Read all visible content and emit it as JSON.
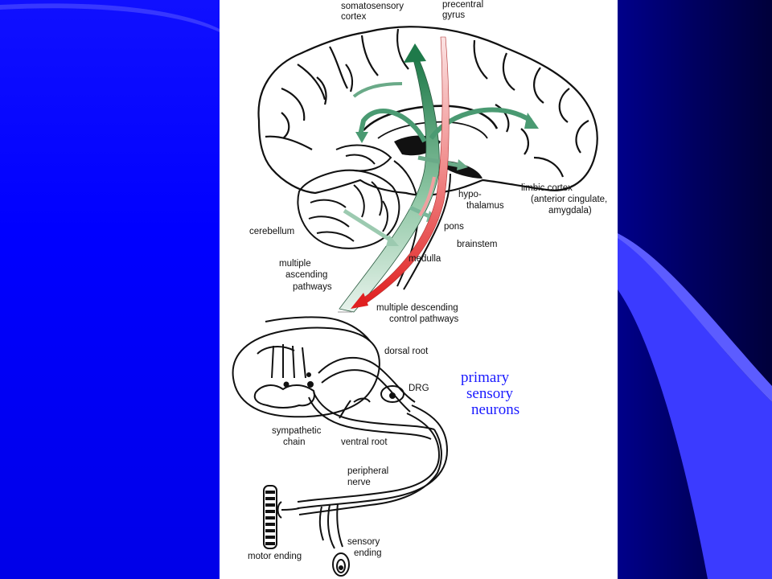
{
  "labels": {
    "somatosensory_1": "somatosensory",
    "somatosensory_2": "cortex",
    "precentral_1": "precentral",
    "precentral_2": "gyrus",
    "limbic_1": "limbic cortex",
    "limbic_2": "(anterior cingulate,",
    "limbic_3": "amygdala)",
    "hypo_1": "hypo-",
    "hypo_2": "thalamus",
    "pons": "pons",
    "brainstem": "brainstem",
    "cerebellum": "cerebellum",
    "medulla": "medulla",
    "ascending_1": "multiple",
    "ascending_2": "ascending",
    "ascending_3": "pathways",
    "descending_1": "multiple descending",
    "descending_2": "control pathways",
    "dorsal_root": "dorsal root",
    "drg": "DRG",
    "sympathetic_1": "sympathetic",
    "sympathetic_2": "chain",
    "ventral_root": "ventral root",
    "peripheral_1": "peripheral",
    "peripheral_2": "nerve",
    "sensory_1": "sensory",
    "sensory_2": "ending",
    "motor_ending": "motor ending"
  },
  "annotation": {
    "line1": "primary",
    "line2": "sensory",
    "line3": "neurons"
  },
  "colors": {
    "slide_blue": "#0000ff",
    "accent_blue": "#3333ff",
    "dark_navy": "#00003a",
    "ascending_green": "#1f7a4a",
    "descending_red": "#e02020",
    "annotation_blue": "#1a1aff"
  }
}
